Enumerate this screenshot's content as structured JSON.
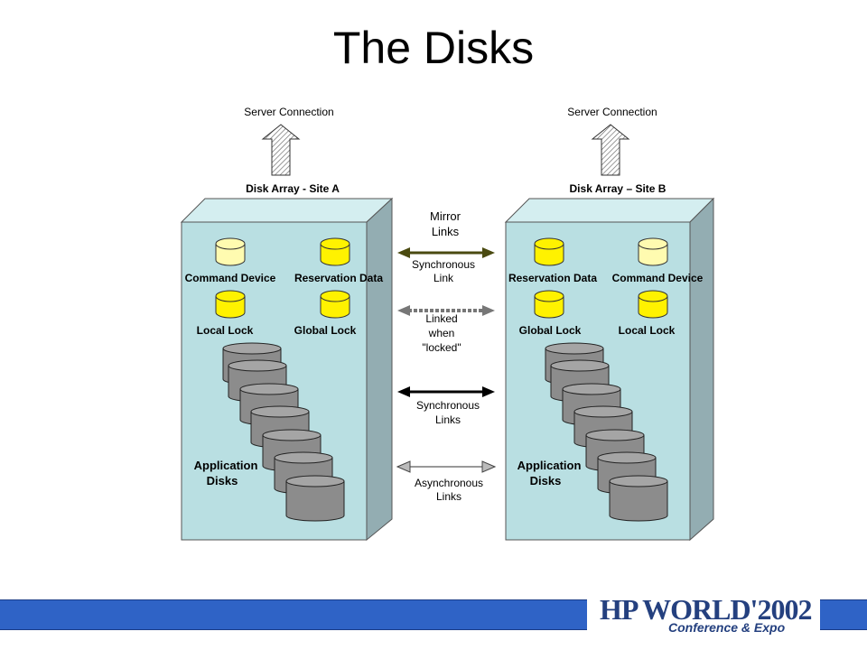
{
  "title": "The Disks",
  "site_a": {
    "server_connection": "Server Connection",
    "array_title": "Disk Array - Site A",
    "command_device": "Command Device",
    "reservation_data": "Reservation Data",
    "local_lock": "Local Lock",
    "global_lock": "Global Lock",
    "application_disks": [
      "Application",
      "Disks"
    ]
  },
  "site_b": {
    "server_connection": "Server Connection",
    "array_title": "Disk Array – Site B",
    "reservation_data": "Reservation Data",
    "command_device": "Command Device",
    "global_lock": "Global Lock",
    "local_lock": "Local Lock",
    "application_disks": [
      "Application",
      "Disks"
    ]
  },
  "links": {
    "mirror": [
      "Mirror",
      "Links"
    ],
    "sync_link": [
      "Synchronous",
      "Link"
    ],
    "linked_locked": [
      "Linked",
      "when",
      "\"locked\""
    ],
    "sync_links": [
      "Synchronous",
      "Links"
    ],
    "async_links": [
      "Asynchronous",
      "Links"
    ]
  },
  "logo": {
    "main": "HP WORLD'2002",
    "sub": "Conference & Expo"
  },
  "colors": {
    "box_front": "#b9dfe2",
    "box_side": "#93adb2",
    "box_top": "#d4eef0",
    "yellow_disk": "#fff200",
    "pale_disk": "#fffbb0",
    "gray_disk": "#8c8c8c",
    "footer_blue": "#2f63c6"
  }
}
